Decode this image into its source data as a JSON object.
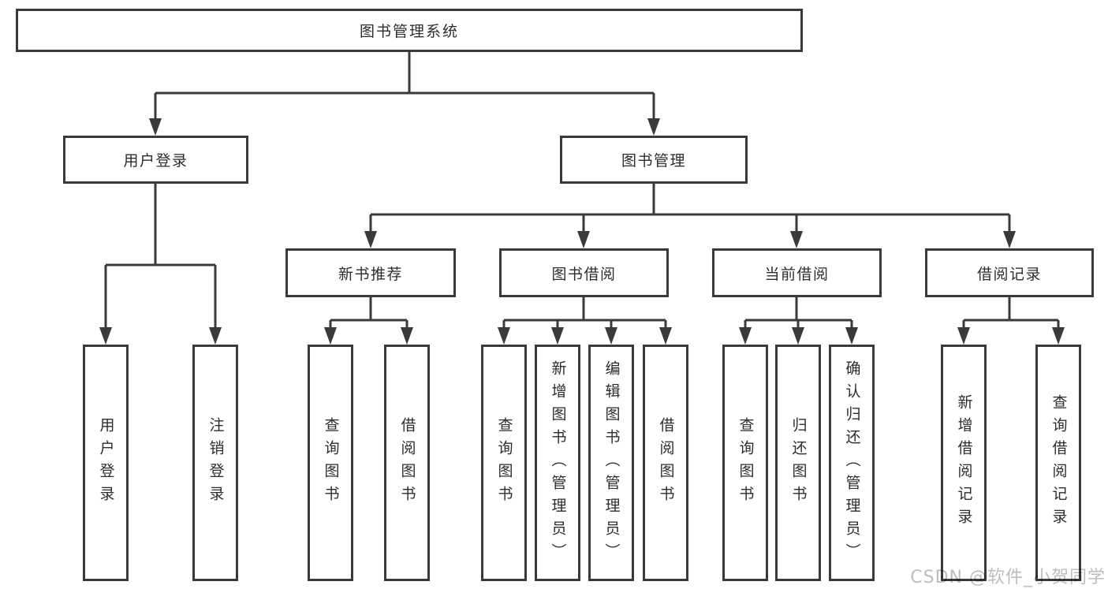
{
  "diagram": {
    "root": {
      "label": "图书管理系统",
      "children": [
        {
          "label": "用户登录",
          "children": [
            {
              "label": "用户登录"
            },
            {
              "label": "注销登录"
            }
          ]
        },
        {
          "label": "图书管理",
          "children": [
            {
              "label": "新书推荐",
              "children": [
                {
                  "label": "查询图书"
                },
                {
                  "label": "借阅图书"
                }
              ]
            },
            {
              "label": "图书借阅",
              "children": [
                {
                  "label": "查询图书"
                },
                {
                  "label": "新增图书（管理员）"
                },
                {
                  "label": "编辑图书（管理员）"
                },
                {
                  "label": "借阅图书"
                }
              ]
            },
            {
              "label": "当前借阅",
              "children": [
                {
                  "label": "查询图书"
                },
                {
                  "label": "归还图书"
                },
                {
                  "label": "确认归还（管理员）"
                }
              ]
            },
            {
              "label": "借阅记录",
              "children": [
                {
                  "label": "新增借阅记录"
                },
                {
                  "label": "查询借阅记录"
                }
              ]
            }
          ]
        }
      ]
    }
  },
  "watermark": {
    "text": "CSDN @软件_小贺同学"
  },
  "colors": {
    "line": "#3a3a3a",
    "text": "#2d2d2d",
    "watermark": "#bdbdbd",
    "background": "#ffffff"
  }
}
